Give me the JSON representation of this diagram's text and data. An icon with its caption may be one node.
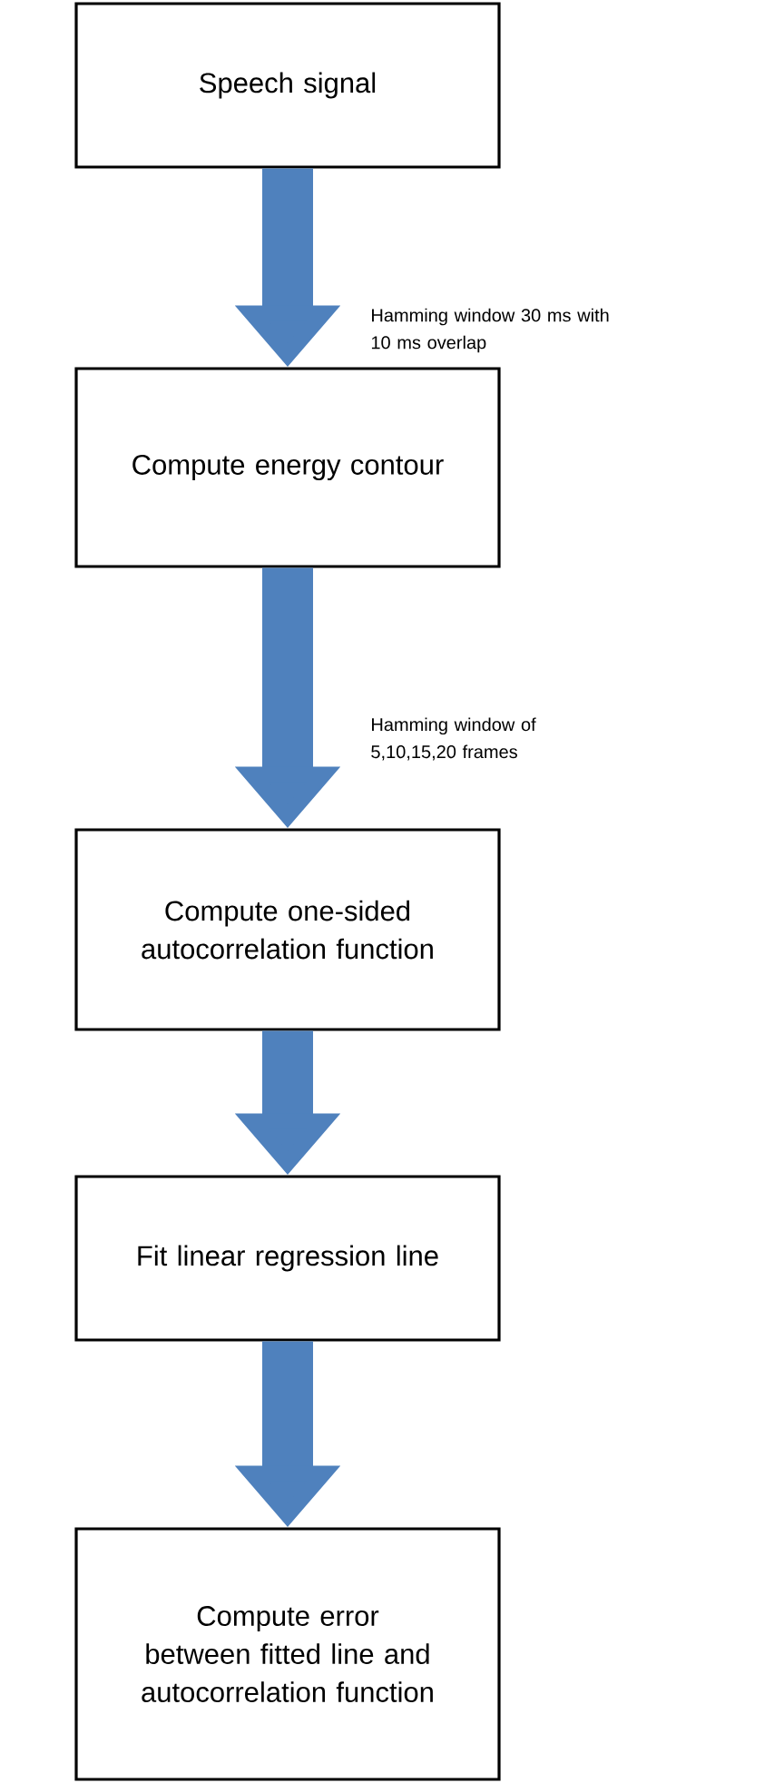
{
  "diagram": {
    "nodes": [
      {
        "text": [
          "Speech signal"
        ]
      },
      {
        "text": [
          "Compute energy contour"
        ]
      },
      {
        "text": [
          "Compute one-sided autocorrelation function"
        ]
      },
      {
        "text": [
          "Fit linear regression line"
        ]
      },
      {
        "text": [
          "Compute error between fitted line and autocorrelation function"
        ]
      }
    ],
    "edges": [
      {
        "from": 0,
        "to": 1,
        "arrow": "to",
        "label": "Hamming window 30 ms with 10 ms overlap"
      },
      {
        "from": 1,
        "to": 2,
        "arrow": "to",
        "label": "Hamming window of 5,10,15,20 frames"
      },
      {
        "from": 2,
        "to": 3,
        "arrow": "to"
      },
      {
        "from": 3,
        "to": 4,
        "arrow": "to"
      }
    ]
  }
}
